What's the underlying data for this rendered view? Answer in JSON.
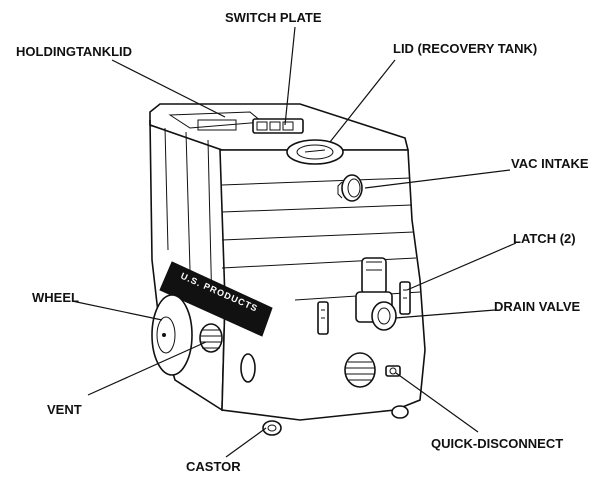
{
  "diagram": {
    "brand_text": "U.S. PRODUCTS",
    "labels": {
      "switch_plate": "SWITCH PLATE",
      "holding_tank_lid": "HOLDINGTANKLID",
      "lid_recovery_tank": "LID (RECOVERY TANK)",
      "vac_intake": "VAC INTAKE",
      "latch": "LATCH (2)",
      "wheel": "WHEEL",
      "drain_valve": "DRAIN VALVE",
      "vent": "VENT",
      "castor": "CASTOR",
      "quick_disconnect": "QUICK-DISCONNECT"
    }
  }
}
